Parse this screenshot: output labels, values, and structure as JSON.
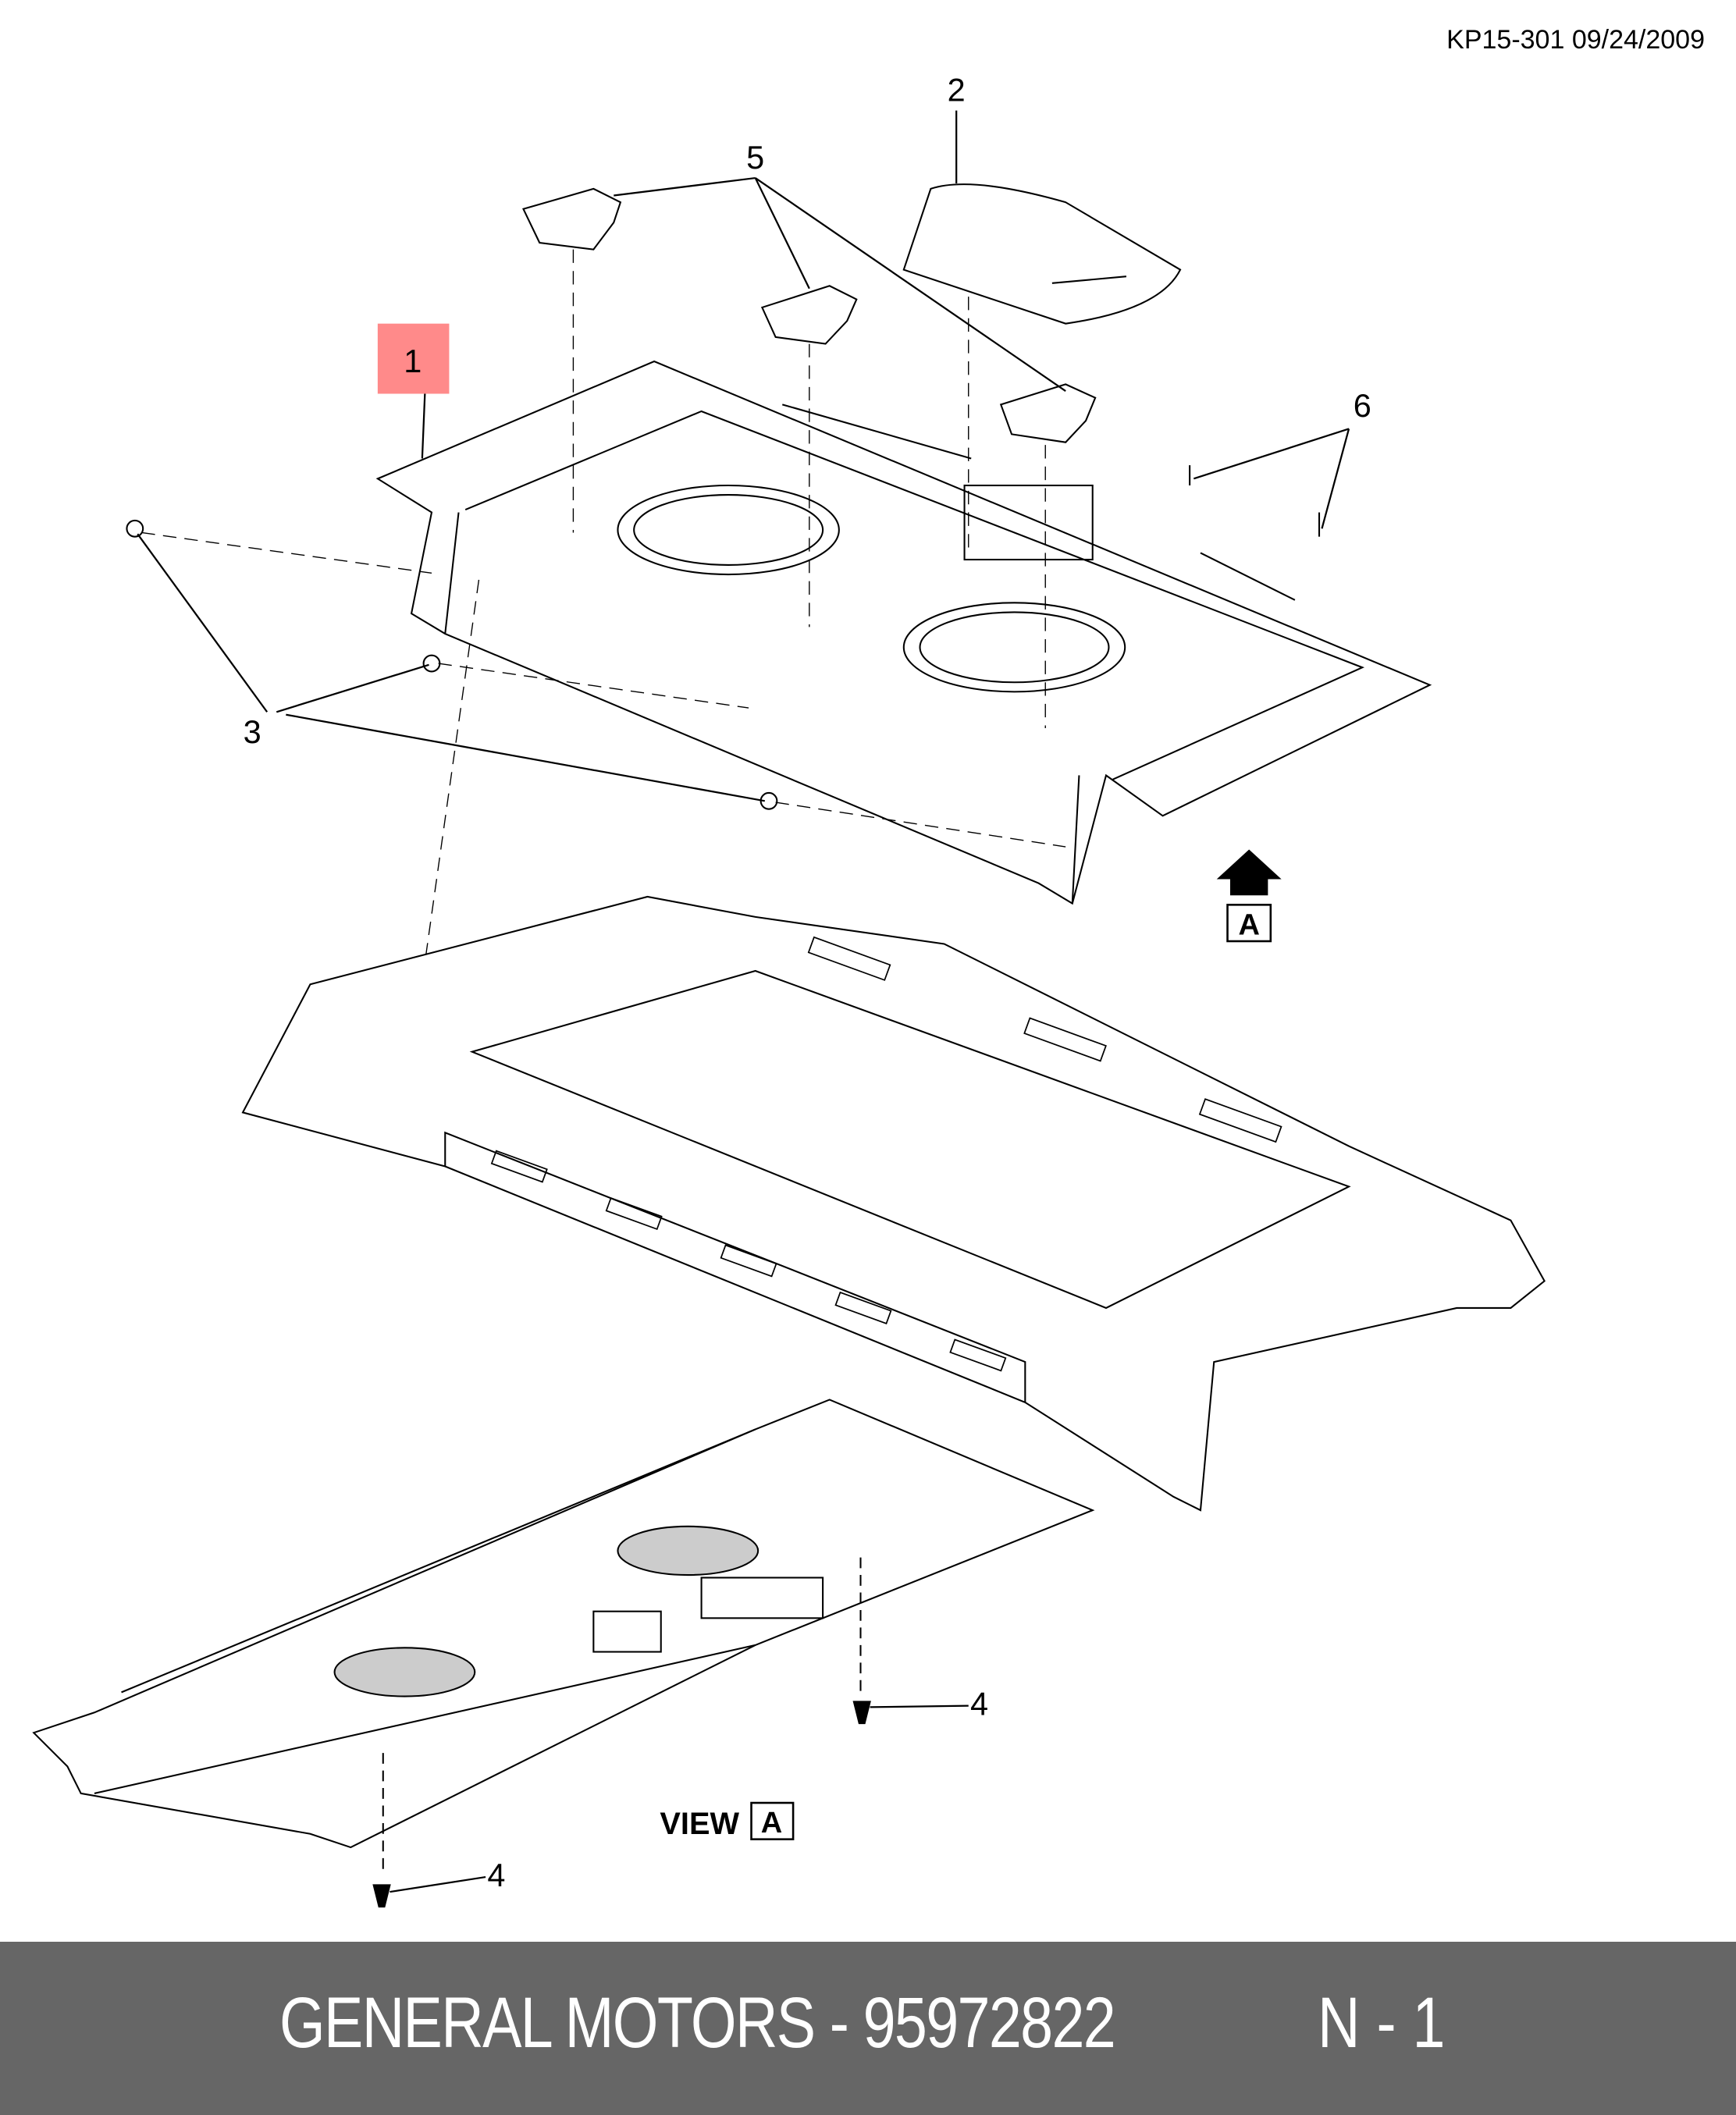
{
  "header": {
    "code": "KP15-301 09/24/2009"
  },
  "callouts": {
    "c1": "1",
    "c2": "2",
    "c3": "3",
    "c4a": "4",
    "c4b": "4",
    "c5": "5",
    "c6": "6"
  },
  "view_marker": {
    "arrow_label": "A",
    "view_label": "VIEW",
    "view_letter": "A"
  },
  "highlight_color": "#ff8a8a",
  "footer": {
    "brand_part": "GENERAL MOTORS - 95972822",
    "page": "N - 1",
    "background": "#666666"
  }
}
